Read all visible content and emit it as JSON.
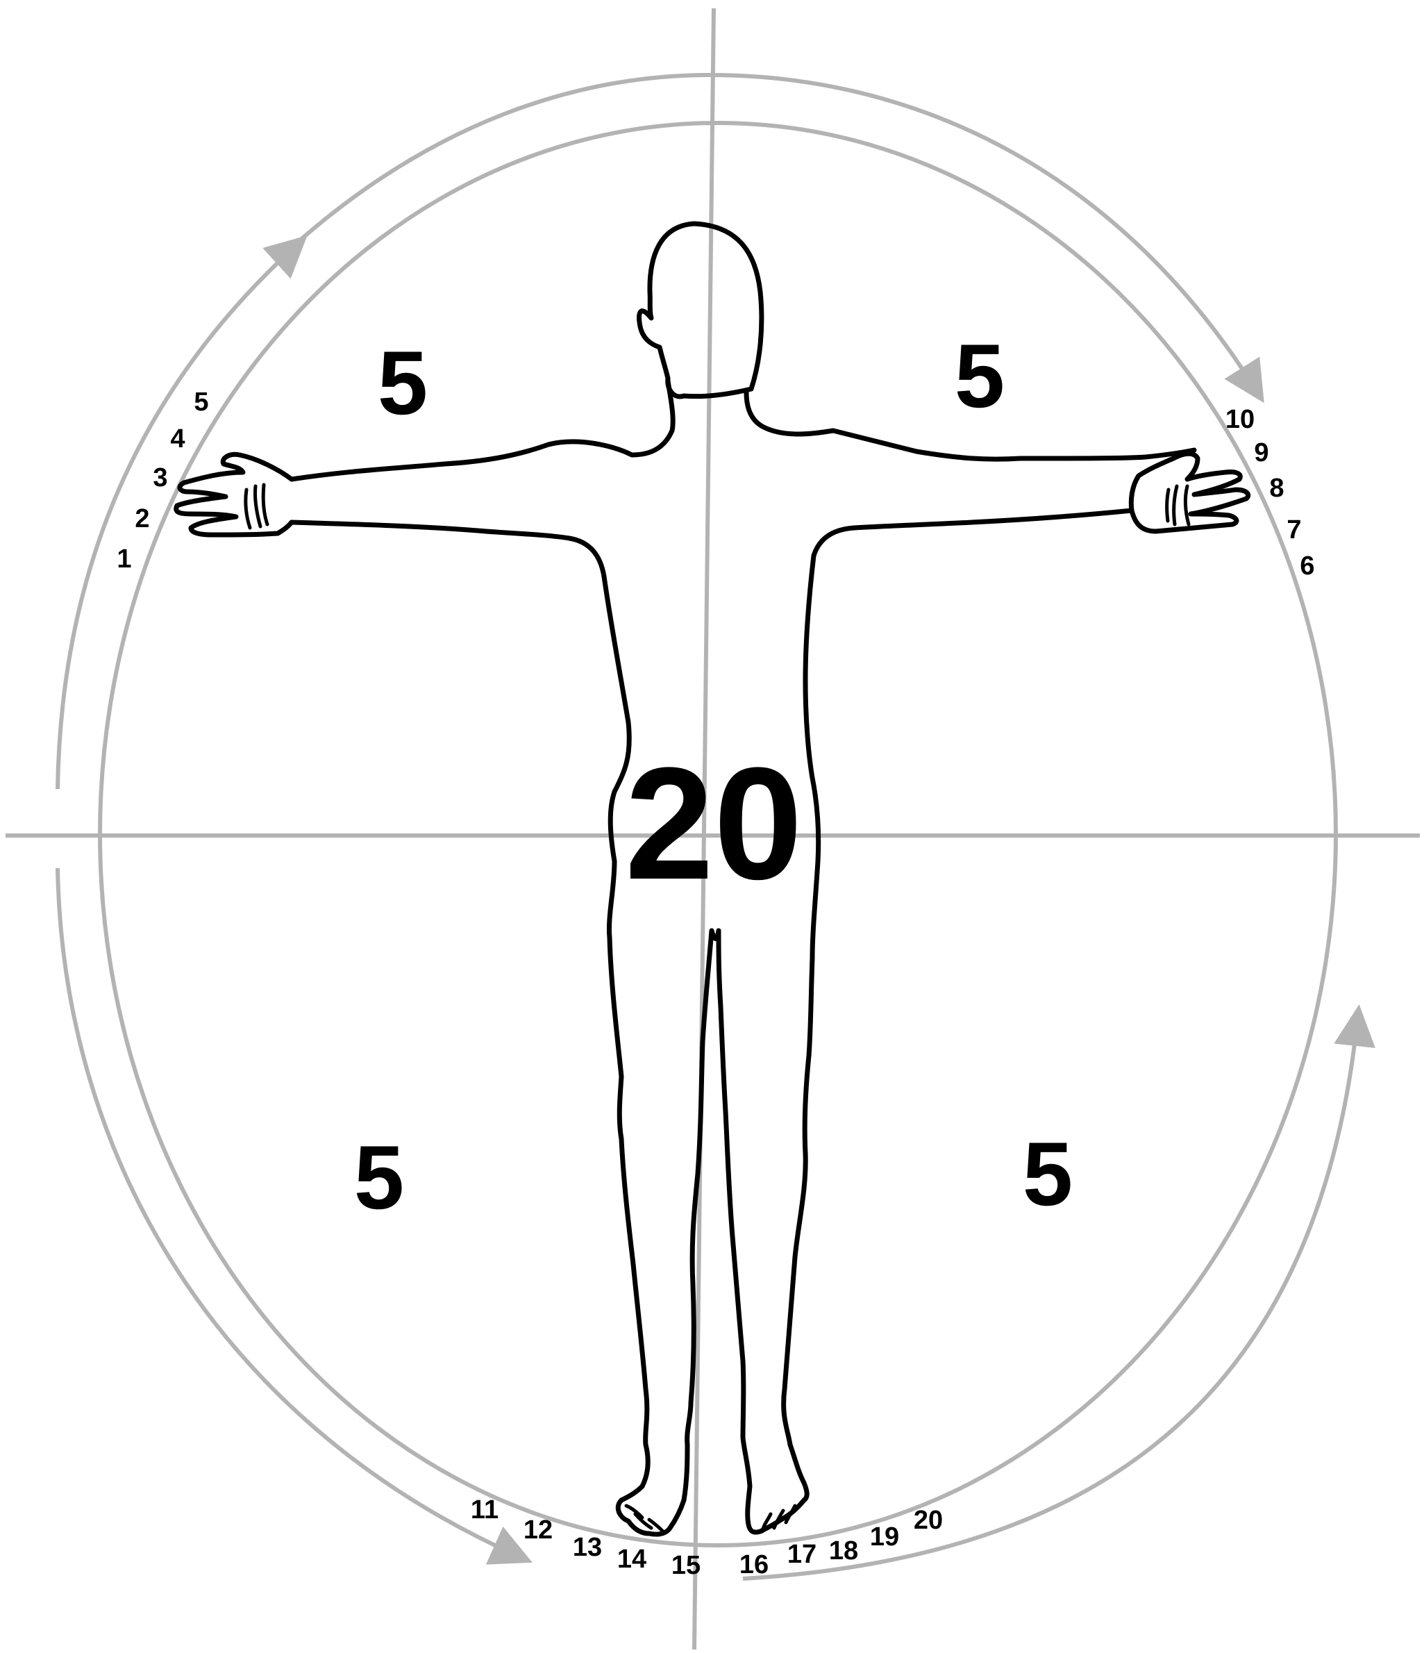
{
  "colors": {
    "guide": "#b3b3b3",
    "outline": "#000000",
    "background": "#ffffff"
  },
  "quadrant_values": {
    "upper_left": "5",
    "upper_right": "5",
    "center": "20",
    "lower_left": "5",
    "lower_right": "5"
  },
  "sequence_labels": {
    "left_hand": [
      "1",
      "2",
      "3",
      "4",
      "5"
    ],
    "right_hand": [
      "6",
      "7",
      "8",
      "9",
      "10"
    ],
    "left_foot": [
      "11",
      "12",
      "13",
      "14",
      "15"
    ],
    "right_foot": [
      "16",
      "17",
      "18",
      "19",
      "20"
    ]
  },
  "icons": {
    "figure": "human-figure-icon",
    "arrow": "arrowhead-icon"
  }
}
